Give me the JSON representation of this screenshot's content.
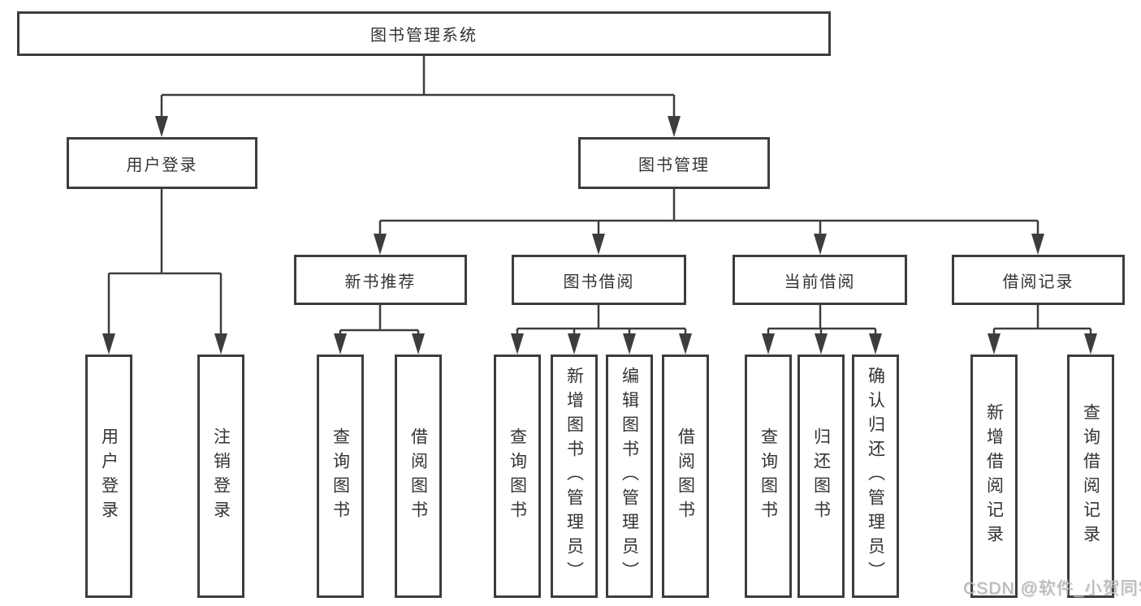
{
  "diagram_title": "图书管理系统",
  "colors": {
    "line": "#3d3d3d",
    "box_border": "#3d3d3d",
    "text": "#333333",
    "background": "#ffffff",
    "watermark": "#b8b8b8"
  },
  "tree": {
    "root": "图书管理系统",
    "branches": [
      {
        "label": "用户登录",
        "leaves": [
          "用户登录",
          "注销登录"
        ]
      },
      {
        "label": "图书管理",
        "children": [
          {
            "label": "新书推荐",
            "leaves": [
              "查询图书",
              "借阅图书"
            ]
          },
          {
            "label": "图书借阅",
            "leaves": [
              "查询图书",
              "新增图书（管理员）",
              "编辑图书（管理员）",
              "借阅图书"
            ]
          },
          {
            "label": "当前借阅",
            "leaves": [
              "查询图书",
              "归还图书",
              "确认归还（管理员）"
            ]
          },
          {
            "label": "借阅记录",
            "leaves": [
              "新增借阅记录",
              "查询借阅记录"
            ]
          }
        ]
      }
    ]
  },
  "watermark": "CSDN @软件_小贺同学"
}
